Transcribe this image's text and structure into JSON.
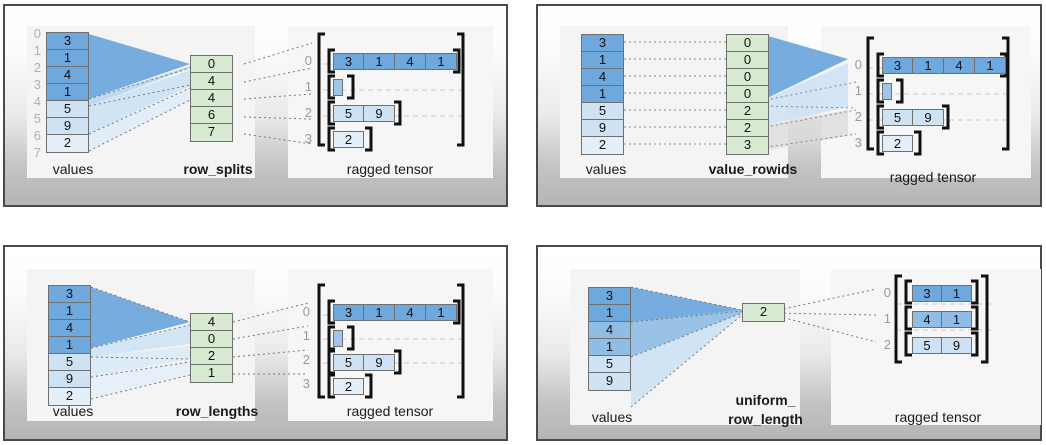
{
  "colors": {
    "blue_dark": "#6fa8dc",
    "blue_mid": "#9fc5e8",
    "blue_light": "#cfe2f3",
    "blue_lightest": "#e4eff9",
    "green": "#d9ead3",
    "green_border": "#7f9f7f",
    "cell_border": "#707070",
    "panel_border": "#4a4a4a",
    "index_gray": "#b0b0b0",
    "dotted_gray": "#8a8a8a"
  },
  "panels": [
    {
      "id": "row-splits",
      "values_label": "values",
      "partition_label": "row_splits",
      "tensor_label": "ragged tensor",
      "values": [
        3,
        1,
        4,
        1,
        5,
        9,
        2
      ],
      "value_index_labels": [
        "0",
        "1",
        "2",
        "3",
        "4",
        "5",
        "6",
        "7"
      ],
      "partition": [
        0,
        4,
        4,
        6,
        7
      ],
      "rows": [
        {
          "index": "0",
          "cells": [
            3,
            1,
            4,
            1
          ]
        },
        {
          "index": "1",
          "cells": []
        },
        {
          "index": "2",
          "cells": [
            5,
            9
          ]
        },
        {
          "index": "3",
          "cells": [
            2
          ]
        }
      ]
    },
    {
      "id": "value-rowids",
      "values_label": "values",
      "partition_label": "value_rowids",
      "tensor_label": "ragged tensor",
      "values": [
        3,
        1,
        4,
        1,
        5,
        9,
        2
      ],
      "value_index_labels": [],
      "partition": [
        0,
        0,
        0,
        0,
        2,
        2,
        3
      ],
      "rows": [
        {
          "index": "0",
          "cells": [
            3,
            1,
            4,
            1
          ]
        },
        {
          "index": "1",
          "cells": []
        },
        {
          "index": "2",
          "cells": [
            5,
            9
          ]
        },
        {
          "index": "3",
          "cells": [
            2
          ]
        }
      ]
    },
    {
      "id": "row-lengths",
      "values_label": "values",
      "partition_label": "row_lengths",
      "tensor_label": "ragged tensor",
      "values": [
        3,
        1,
        4,
        1,
        5,
        9,
        2
      ],
      "value_index_labels": [],
      "partition": [
        4,
        0,
        2,
        1
      ],
      "rows": [
        {
          "index": "0",
          "cells": [
            3,
            1,
            4,
            1
          ]
        },
        {
          "index": "1",
          "cells": []
        },
        {
          "index": "2",
          "cells": [
            5,
            9
          ]
        },
        {
          "index": "3",
          "cells": [
            2
          ]
        }
      ]
    },
    {
      "id": "uniform-row-length",
      "values_label": "values",
      "partition_label": "uniform_\nrow_length",
      "tensor_label": "ragged tensor",
      "values": [
        3,
        1,
        4,
        1,
        5,
        9
      ],
      "value_index_labels": [],
      "partition": [
        2
      ],
      "rows": [
        {
          "index": "0",
          "cells": [
            3,
            1
          ]
        },
        {
          "index": "1",
          "cells": [
            4,
            1
          ]
        },
        {
          "index": "2",
          "cells": [
            5,
            9
          ]
        }
      ]
    }
  ]
}
